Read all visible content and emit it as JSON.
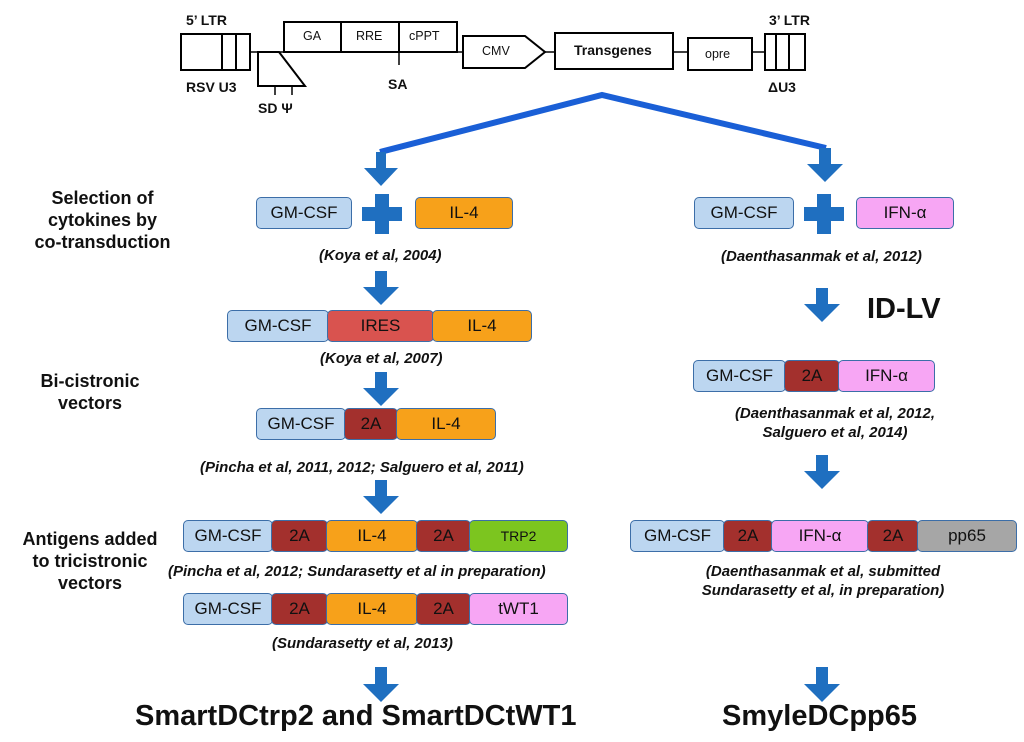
{
  "vector_map": {
    "ltr5_label": "5’ LTR",
    "ltr3_label": "3’ LTR",
    "rsv_label": "RSV U3",
    "sd_label": "SD Ψ",
    "ga": "GA",
    "rre": "RRE",
    "cppt": "cPPT",
    "sa_label": "SA",
    "cmv": "CMV",
    "transgenes": "Transgenes",
    "opre": "opre",
    "du3_label": "ΔU3"
  },
  "left_branch": {
    "row1": {
      "a": "GM-CSF",
      "b": "IL-4"
    },
    "cite1": "(Koya et al, 2004)",
    "row2": {
      "a": "GM-CSF",
      "b": "IRES",
      "c": "IL-4"
    },
    "cite2": "(Koya et al, 2007)",
    "row3": {
      "a": "GM-CSF",
      "b": "2A",
      "c": "IL-4"
    },
    "cite3": "(Pincha et al, 2011, 2012; Salguero et al, 2011)",
    "row4": {
      "a": "GM-CSF",
      "b": "2A",
      "c": "IL-4",
      "d": "2A",
      "e": "TRP2"
    },
    "cite4": "(Pincha et al, 2012; Sundarasetty et al in preparation)",
    "row5": {
      "a": "GM-CSF",
      "b": "2A",
      "c": "IL-4",
      "d": "2A",
      "e": "tWT1"
    },
    "cite5": "(Sundarasetty et al, 2013)",
    "final": "SmartDCtrp2 and SmartDCtWT1"
  },
  "right_branch": {
    "row1": {
      "a": "GM-CSF",
      "b": "IFN-α"
    },
    "cite1": "(Daenthasanmak  et al, 2012)",
    "idlv": "ID-LV",
    "row2": {
      "a": "GM-CSF",
      "b": "2A",
      "c": "IFN-α"
    },
    "cite2_line1": "(Daenthasanmak  et al, 2012,",
    "cite2_line2": "Salguero et al, 2014)",
    "row3": {
      "a": "GM-CSF",
      "b": "2A",
      "c": "IFN-α",
      "d": "2A",
      "e": "pp65"
    },
    "cite3_line1": "(Daenthasanmak  et al, submitted",
    "cite3_line2": "Sundarasetty et al, in preparation)",
    "final": "SmyleDCpp65"
  },
  "side_labels": {
    "selection_l1": "Selection of",
    "selection_l2": "cytokines by",
    "selection_l3": "co-transduction",
    "bicistronic_l1": "Bi-cistronic",
    "bicistronic_l2": "vectors",
    "antigens_l1": "Antigens added",
    "antigens_l2": "to tricistronic",
    "antigens_l3": "vectors"
  },
  "colors": {
    "arrow": "#1f6fc0",
    "connector": "#1a5fd6",
    "gm_csf": "#bcd6f0",
    "il4": "#f7a11a",
    "ires": "#d9534f",
    "twoA": "#a3302d",
    "ifn": "#f7a6f4",
    "trp2": "#7cc51f",
    "pp65": "#a6a6a6"
  }
}
